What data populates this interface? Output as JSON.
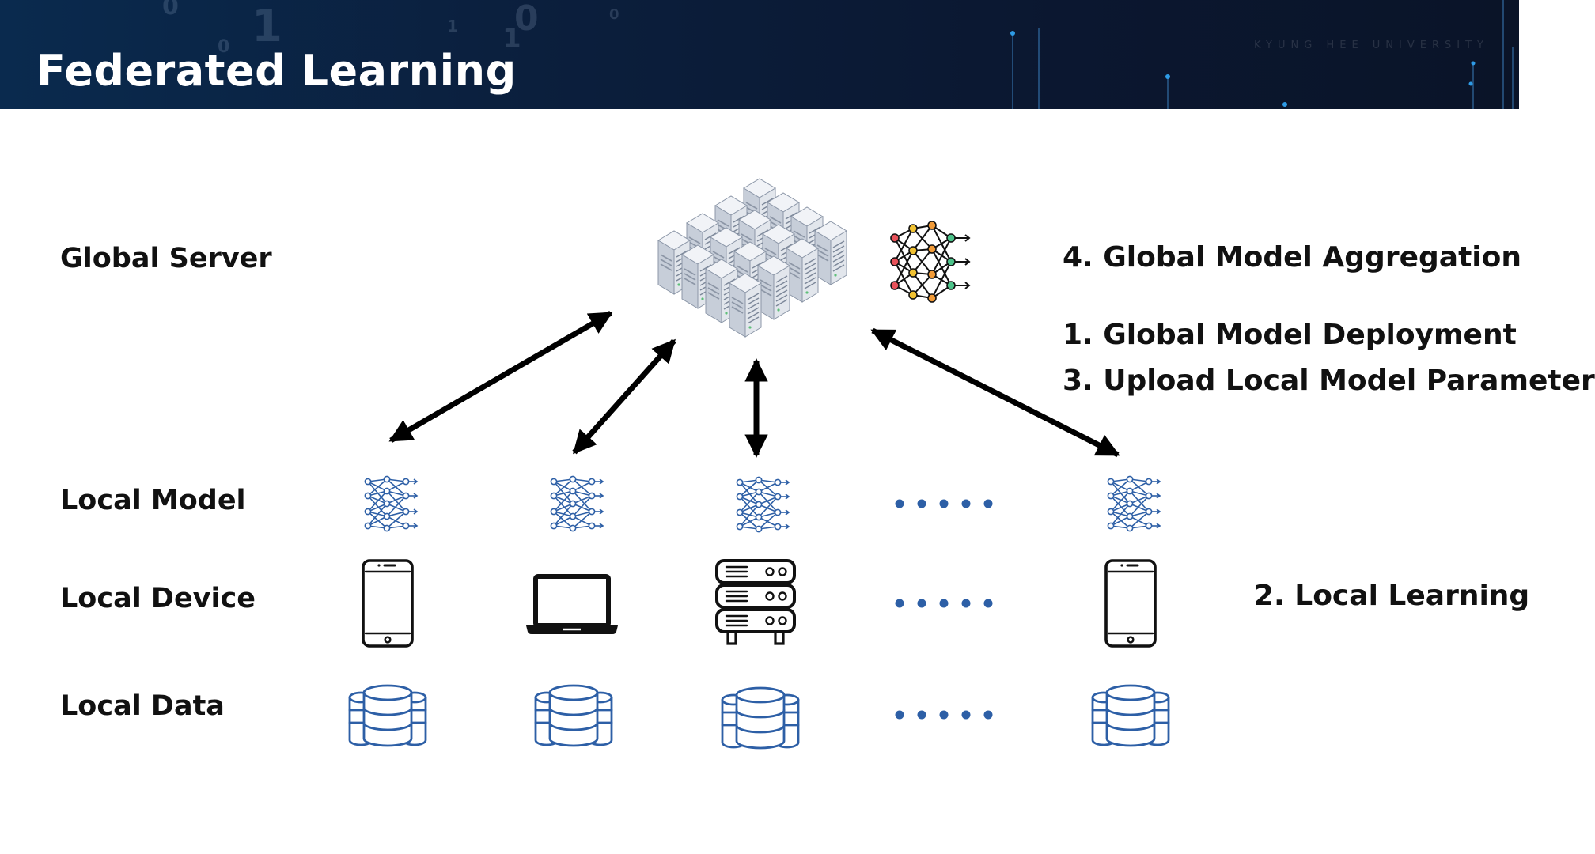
{
  "title": "Federated Learning",
  "row_labels": {
    "global_server": "Global Server",
    "local_model": "Local Model",
    "local_device": "Local Device",
    "local_data": "Local Data"
  },
  "steps": {
    "aggregation": "4. Global Model Aggregation",
    "deployment": "1. Global Model Deployment",
    "upload": "3. Upload Local Model Parameter",
    "local_learning": "2. Local Learning"
  },
  "clients": [
    {
      "device": "smartphone-icon"
    },
    {
      "device": "laptop-icon"
    },
    {
      "device": "server-rack-icon"
    },
    {
      "device": "smartphone-icon"
    }
  ],
  "colors": {
    "banner": "#0b1f3d",
    "icon_blue": "#2d5fa6",
    "dots": "#2d5fa6",
    "arrows": "#000000"
  }
}
